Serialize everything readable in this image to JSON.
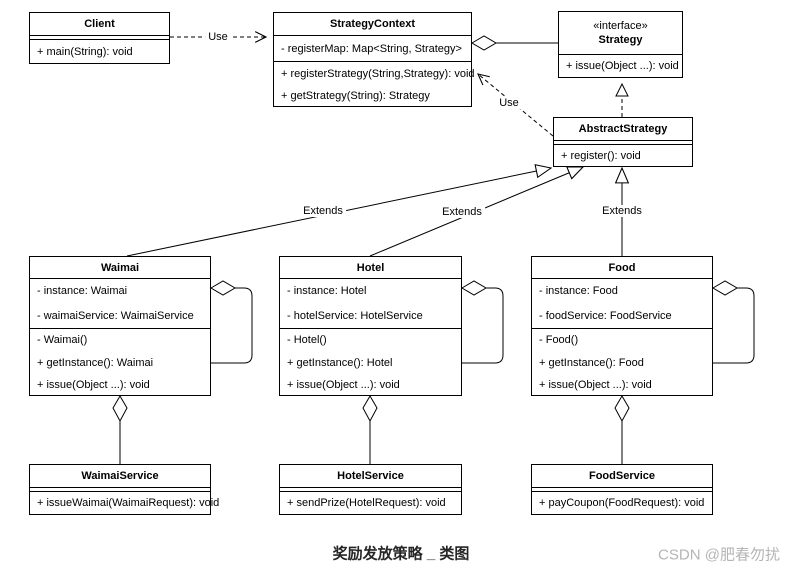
{
  "diagram": {
    "caption": "奖励发放策略 _ 类图",
    "watermark": "CSDN @肥春勿扰"
  },
  "classes": {
    "client": {
      "title": "Client",
      "methods": [
        "+ main(String): void"
      ]
    },
    "strategy_context": {
      "title": "StrategyContext",
      "attributes": [
        "- registerMap: Map<String, Strategy>"
      ],
      "methods": [
        "+ registerStrategy(String,Strategy): void",
        "+ getStrategy(String): Strategy"
      ]
    },
    "strategy": {
      "stereotype": "«interface»",
      "title": "Strategy",
      "methods": [
        "+ issue(Object ...): void"
      ]
    },
    "abstract_strategy": {
      "title": "AbstractStrategy",
      "methods": [
        "+ register(): void"
      ]
    },
    "waimai": {
      "title": "Waimai",
      "attributes": [
        "- instance: Waimai",
        "- waimaiService: WaimaiService"
      ],
      "methods": [
        "- Waimai()",
        "+ getInstance(): Waimai",
        "+ issue(Object ...): void"
      ]
    },
    "hotel": {
      "title": "Hotel",
      "attributes": [
        "- instance: Hotel",
        "- hotelService: HotelService"
      ],
      "methods": [
        "- Hotel()",
        "+ getInstance(): Hotel",
        "+ issue(Object ...): void"
      ]
    },
    "food": {
      "title": "Food",
      "attributes": [
        "- instance: Food",
        "- foodService: FoodService"
      ],
      "methods": [
        "- Food()",
        "+ getInstance(): Food",
        "+ issue(Object ...): void"
      ]
    },
    "waimai_service": {
      "title": "WaimaiService",
      "methods": [
        "+ issueWaimai(WaimaiRequest): void"
      ]
    },
    "hotel_service": {
      "title": "HotelService",
      "methods": [
        "+ sendPrize(HotelRequest): void"
      ]
    },
    "food_service": {
      "title": "FoodService",
      "methods": [
        "+ payCoupon(FoodRequest): void"
      ]
    }
  },
  "edge_labels": {
    "use_client_context": "Use",
    "use_abstract_context": "Use",
    "extends_waimai": "Extends",
    "extends_hotel": "Extends",
    "extends_food": "Extends"
  },
  "colors": {
    "line": "#000000",
    "box_fill": "#ffffff",
    "text": "#000000",
    "watermark": "#b5b5b5",
    "caption": "#262626"
  }
}
